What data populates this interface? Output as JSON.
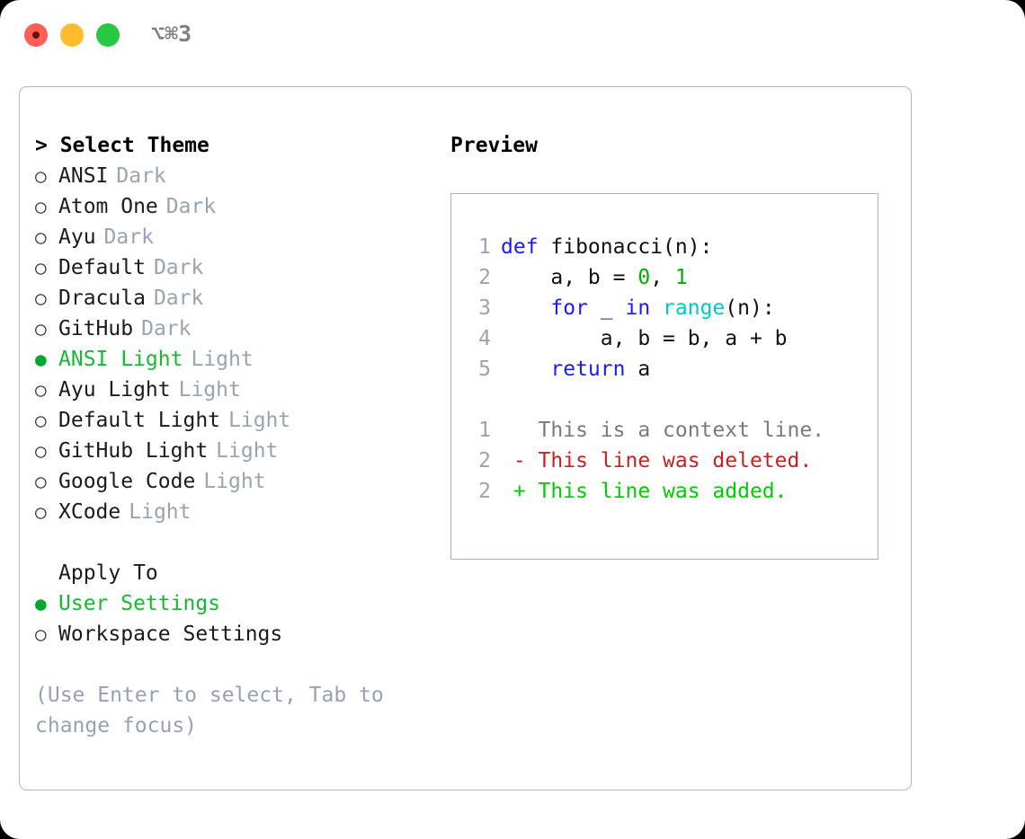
{
  "window": {
    "shortcut_label": "⌥⌘3",
    "traffic_lights": {
      "close": "close-button",
      "minimize": "minimize-button",
      "zoom": "zoom-button"
    },
    "colors": {
      "close": "#ff5f57",
      "minimize": "#ffbd2e",
      "zoom": "#28c840",
      "panel_border": "#b0b8c6",
      "preview_border": "#a8b2c4",
      "accent_green": "#18b832",
      "muted": "#9aa3b2"
    }
  },
  "theme_picker": {
    "heading": "> Select Theme",
    "bullet_unselected": "○",
    "bullet_selected": "●",
    "options": [
      {
        "name": "ANSI",
        "suffix": "Dark",
        "selected": false
      },
      {
        "name": "Atom One",
        "suffix": "Dark",
        "selected": false
      },
      {
        "name": "Ayu",
        "suffix": "Dark",
        "selected": false
      },
      {
        "name": "Default",
        "suffix": "Dark",
        "selected": false
      },
      {
        "name": "Dracula",
        "suffix": "Dark",
        "selected": false
      },
      {
        "name": "GitHub",
        "suffix": "Dark",
        "selected": false
      },
      {
        "name": "ANSI Light",
        "suffix": "Light",
        "selected": true
      },
      {
        "name": "Ayu Light",
        "suffix": "Light",
        "selected": false
      },
      {
        "name": "Default Light",
        "suffix": "Light",
        "selected": false
      },
      {
        "name": "GitHub Light",
        "suffix": "Light",
        "selected": false
      },
      {
        "name": "Google Code",
        "suffix": "Light",
        "selected": false
      },
      {
        "name": "XCode",
        "suffix": "Light",
        "selected": false
      }
    ]
  },
  "apply_to": {
    "heading": "Apply To",
    "options": [
      {
        "name": "User Settings",
        "selected": true
      },
      {
        "name": "Workspace Settings",
        "selected": false
      }
    ]
  },
  "hint": "(Use Enter to select, Tab to change focus)",
  "preview": {
    "heading": "Preview",
    "code_lines": [
      {
        "number": "1",
        "tokens": [
          {
            "text": "def",
            "style": "tok-kw"
          },
          {
            "text": " fibonacci(n):",
            "style": "tok-plain"
          }
        ]
      },
      {
        "number": "2",
        "tokens": [
          {
            "text": "    a, b = ",
            "style": "tok-plain"
          },
          {
            "text": "0",
            "style": "tok-num"
          },
          {
            "text": ", ",
            "style": "tok-plain"
          },
          {
            "text": "1",
            "style": "tok-num"
          }
        ]
      },
      {
        "number": "3",
        "tokens": [
          {
            "text": "    ",
            "style": "tok-plain"
          },
          {
            "text": "for",
            "style": "tok-kw"
          },
          {
            "text": " _ ",
            "style": "tok-plain"
          },
          {
            "text": "in",
            "style": "tok-kw"
          },
          {
            "text": " ",
            "style": "tok-plain"
          },
          {
            "text": "range",
            "style": "tok-fn"
          },
          {
            "text": "(n):",
            "style": "tok-plain"
          }
        ]
      },
      {
        "number": "4",
        "tokens": [
          {
            "text": "        a, b = b, a + b",
            "style": "tok-plain"
          }
        ]
      },
      {
        "number": "5",
        "tokens": [
          {
            "text": "    ",
            "style": "tok-plain"
          },
          {
            "text": "return",
            "style": "tok-kw"
          },
          {
            "text": " a",
            "style": "tok-plain"
          }
        ]
      }
    ],
    "diff_lines": [
      {
        "number": "1",
        "tokens": [
          {
            "text": "   This is a context line.",
            "style": "diff-context"
          }
        ]
      },
      {
        "number": "2",
        "tokens": [
          {
            "text": " - This line was deleted.",
            "style": "diff-del"
          }
        ]
      },
      {
        "number": "2",
        "tokens": [
          {
            "text": " + This line was added.",
            "style": "diff-add"
          }
        ]
      }
    ]
  }
}
